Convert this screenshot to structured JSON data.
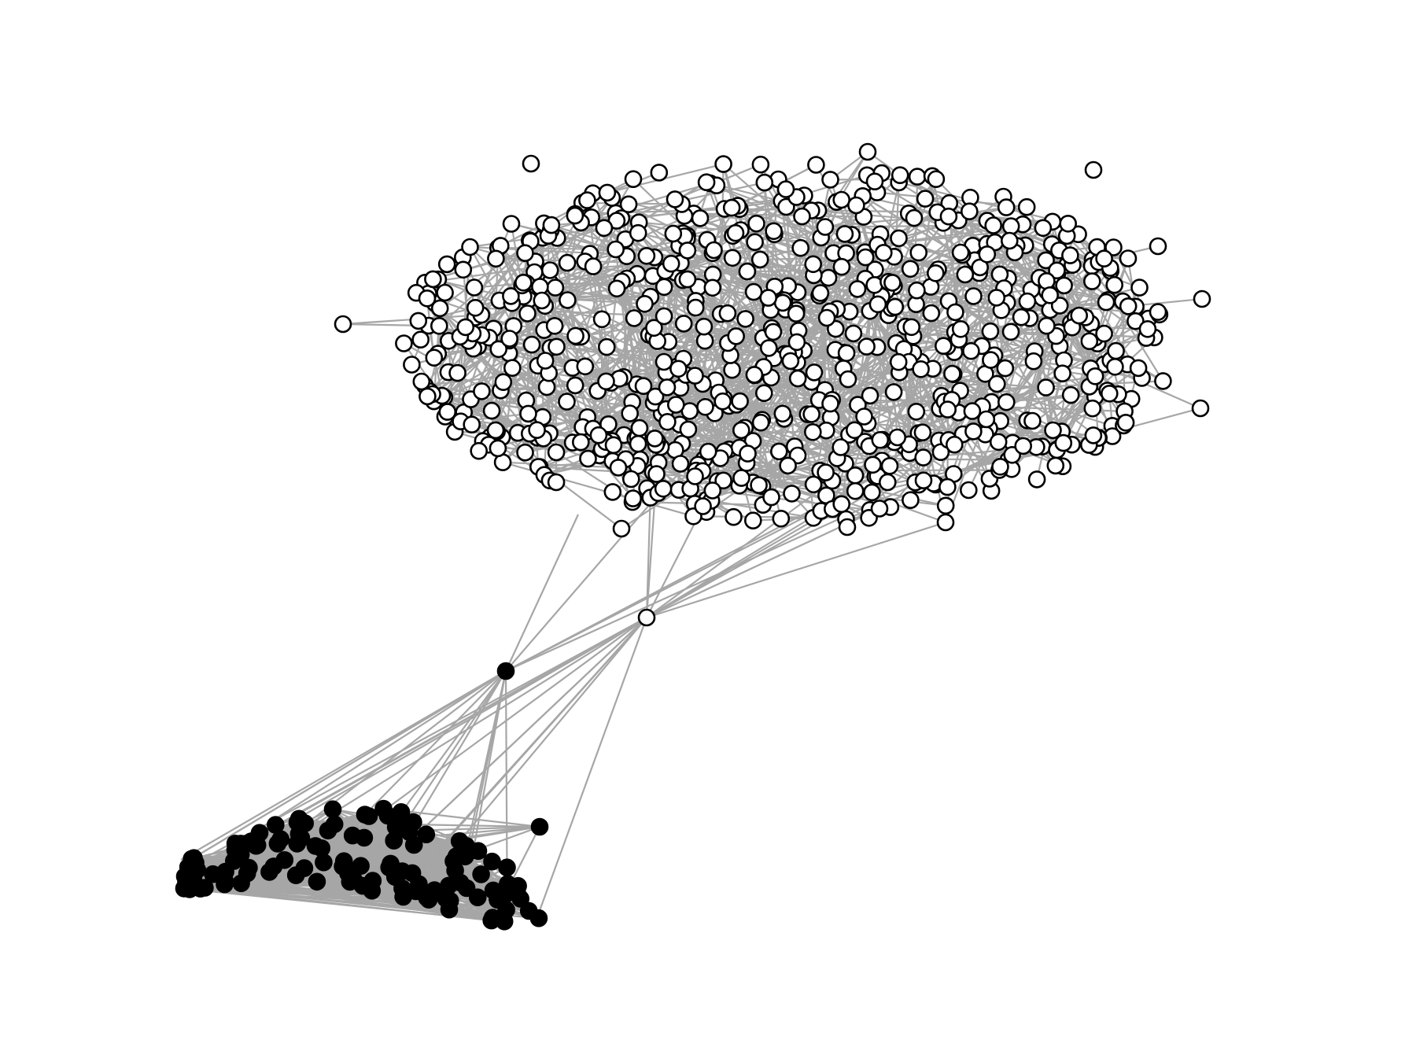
{
  "diagram": {
    "type": "network-graph",
    "background": "#ffffff",
    "colors": {
      "edge": "#a6a6a6",
      "large_community_node_fill": "#ffffff",
      "small_community_node_fill": "#000000",
      "node_outline": "#000000"
    },
    "communities": [
      {
        "name": "large-community",
        "node_fill": "white",
        "approx_node_count": 750
      },
      {
        "name": "small-community",
        "node_fill": "black",
        "approx_node_count": 120
      }
    ],
    "bridge_nodes": [
      {
        "name": "white-bridge-node",
        "community": "large-community"
      },
      {
        "name": "black-bridge-node-upper",
        "community": "small-community"
      },
      {
        "name": "black-bridge-node-lower",
        "community": "small-community"
      }
    ]
  }
}
